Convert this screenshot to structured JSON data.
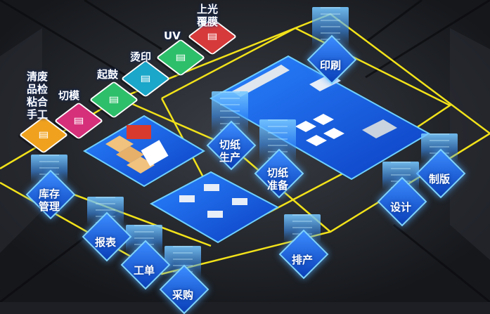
{
  "colors": {
    "background": "#1d1f24",
    "track": "#f2e21a",
    "platform": "#1e6cff",
    "platform_edge": "#6fd0ff",
    "beam": "#3ea0ff"
  },
  "nodes": [
    {
      "id": "yinshua",
      "label": "印刷"
    },
    {
      "id": "qiezhi_shengchan",
      "label": "切纸\n生产"
    },
    {
      "id": "qiezhi_zhunbei",
      "label": "切纸\n准备"
    },
    {
      "id": "zhiban",
      "label": "制版"
    },
    {
      "id": "sheji",
      "label": "设计"
    },
    {
      "id": "paichan",
      "label": "排产"
    },
    {
      "id": "caigou",
      "label": "采购"
    },
    {
      "id": "gongdan",
      "label": "工单"
    },
    {
      "id": "baobiao",
      "label": "报表"
    },
    {
      "id": "kucun",
      "label": "库存\n管理"
    }
  ],
  "process_tiles": [
    {
      "id": "qingfei",
      "label": "清废\n品检\n粘合\n手工",
      "icon": "stack-icon",
      "color": "#f0a21e"
    },
    {
      "id": "qiemo",
      "label": "切模",
      "icon": "die-cut-icon",
      "color": "#d6307a"
    },
    {
      "id": "qigu",
      "label": "起鼓",
      "icon": "emboss-icon",
      "color": "#2dbf6a"
    },
    {
      "id": "tangyin",
      "label": "烫印",
      "icon": "foil-icon",
      "color": "#1aa7c9"
    },
    {
      "id": "uv",
      "label": "UV",
      "icon": "uv-lamp-icon",
      "color": "#2dbf6a"
    },
    {
      "id": "fumo",
      "label": "上光\n覆膜",
      "icon": "laminate-icon",
      "color": "#d63a3a"
    }
  ],
  "platforms": [
    {
      "id": "warehouse",
      "icon": "truck-icon"
    },
    {
      "id": "office",
      "icon": "workstation-icon"
    },
    {
      "id": "production",
      "icon": "printing-press-icon"
    }
  ]
}
